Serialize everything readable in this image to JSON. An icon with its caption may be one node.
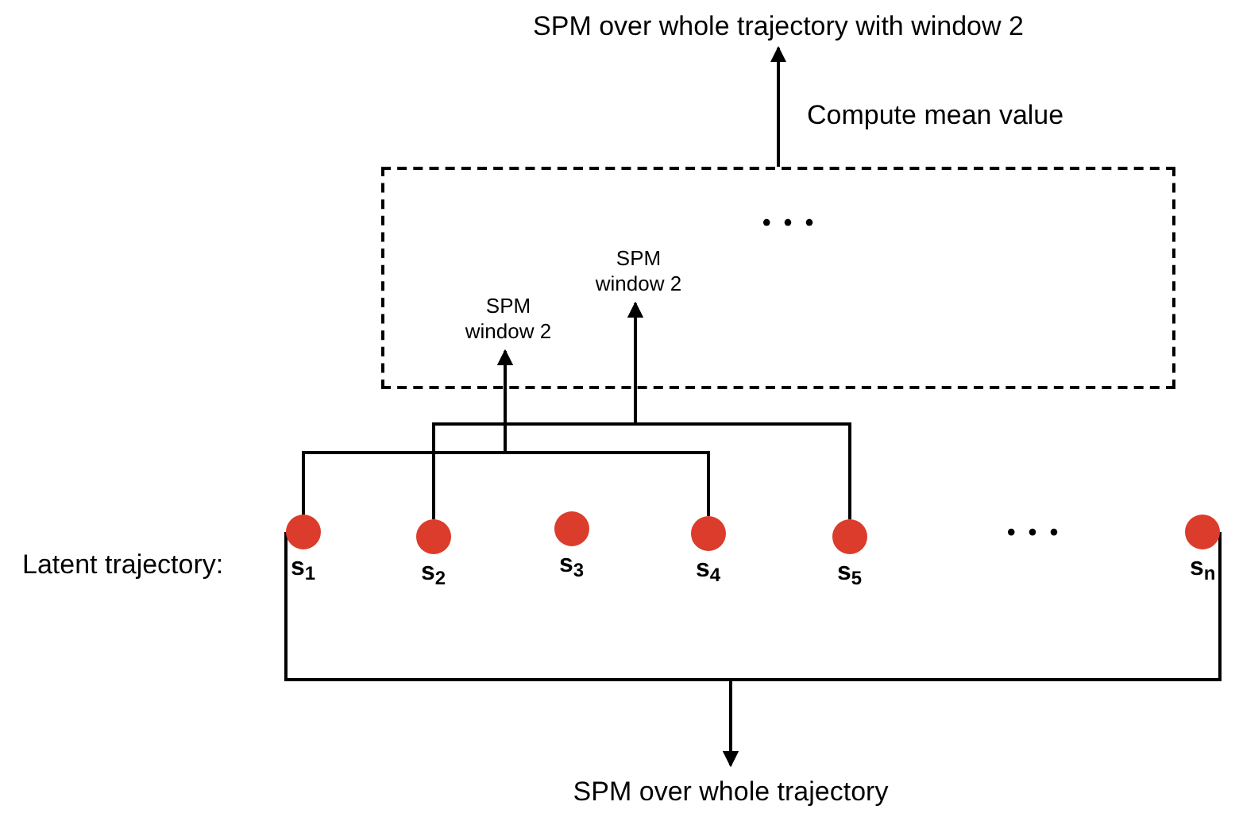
{
  "diagram": {
    "nodes": [
      {
        "text": [
          "SPM over whole trajectory with window 2"
        ]
      },
      {
        "text": [],
        "shape": "box"
      },
      {
        "text": [
          "SPM window 2"
        ],
        "in": 1
      },
      {
        "text": [
          "SPM window 2"
        ],
        "in": 1
      },
      {
        "text": [],
        "shape": "circle",
        "beside": [
          "s$_{1}$"
        ]
      },
      {
        "text": [],
        "shape": "circle",
        "beside": [
          "s$_{2}$"
        ]
      },
      {
        "text": [],
        "shape": "circle",
        "beside": [
          "s$_{3}$"
        ]
      },
      {
        "text": [],
        "shape": "circle",
        "beside": [
          "s$_{4}$"
        ]
      },
      {
        "text": [],
        "shape": "circle",
        "beside": [
          "s$_{5}$"
        ]
      },
      {
        "text": [],
        "shape": "circle",
        "beside": [
          "s$_{n}$"
        ]
      },
      {
        "text": [
          "SPM over whole trajectory"
        ]
      }
    ],
    "edges": [
      {
        "from": 1,
        "to": 0,
        "arrow": "to",
        "label": "Compute mean value"
      },
      {
        "from": 4,
        "to": 2,
        "arrow": "to"
      },
      {
        "from": 7,
        "to": 2,
        "arrow": "to"
      },
      {
        "from": 5,
        "to": 3,
        "arrow": "to"
      },
      {
        "from": 8,
        "to": 3,
        "arrow": "to"
      },
      {
        "from": 4,
        "to": 10,
        "arrow": "to"
      },
      {
        "from": 9,
        "to": 10,
        "arrow": "to"
      }
    ],
    "labels": [
      "• • •",
      "Latent trajectory:",
      "• • •"
    ]
  }
}
